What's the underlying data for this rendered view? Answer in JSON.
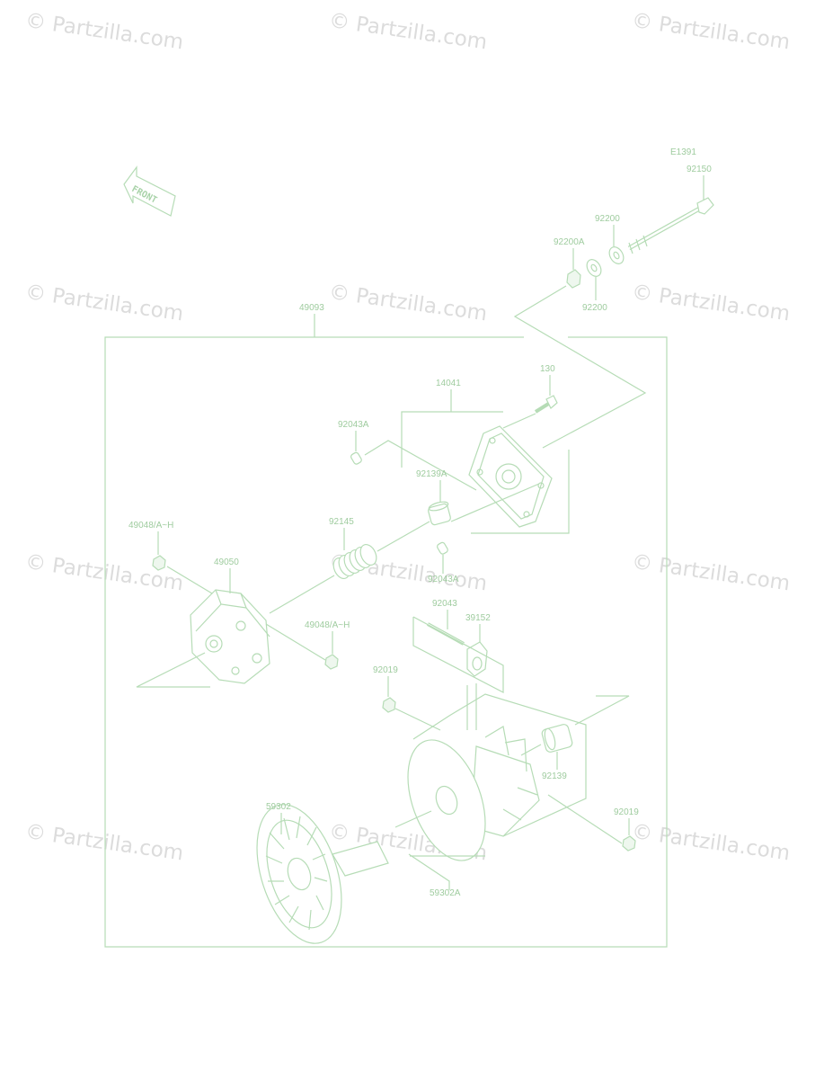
{
  "watermark": {
    "text": "© Partzilla.com"
  },
  "diagram": {
    "code": "E1391",
    "front_label": "FRONT",
    "assembly_label": "49093",
    "parts": {
      "p92150": "92150",
      "p92200_top": "92200",
      "p92200A": "92200A",
      "p92200_bottom": "92200",
      "p130": "130",
      "p14041": "14041",
      "p92043A_top": "92043A",
      "p92139A": "92139A",
      "p92145": "92145",
      "p49048_top": "49048/A~H",
      "p49050": "49050",
      "p92043A_mid": "92043A",
      "p92043": "92043",
      "p39152": "39152",
      "p49048_bottom": "49048/A~H",
      "p92019_left": "92019",
      "p92139": "92139",
      "p92019_right": "92019",
      "p59302": "59302",
      "p59302A": "59302A"
    }
  },
  "colors": {
    "line": "#b6dcb6",
    "label": "#9fcc9f",
    "watermark": "#dcdcdc"
  }
}
